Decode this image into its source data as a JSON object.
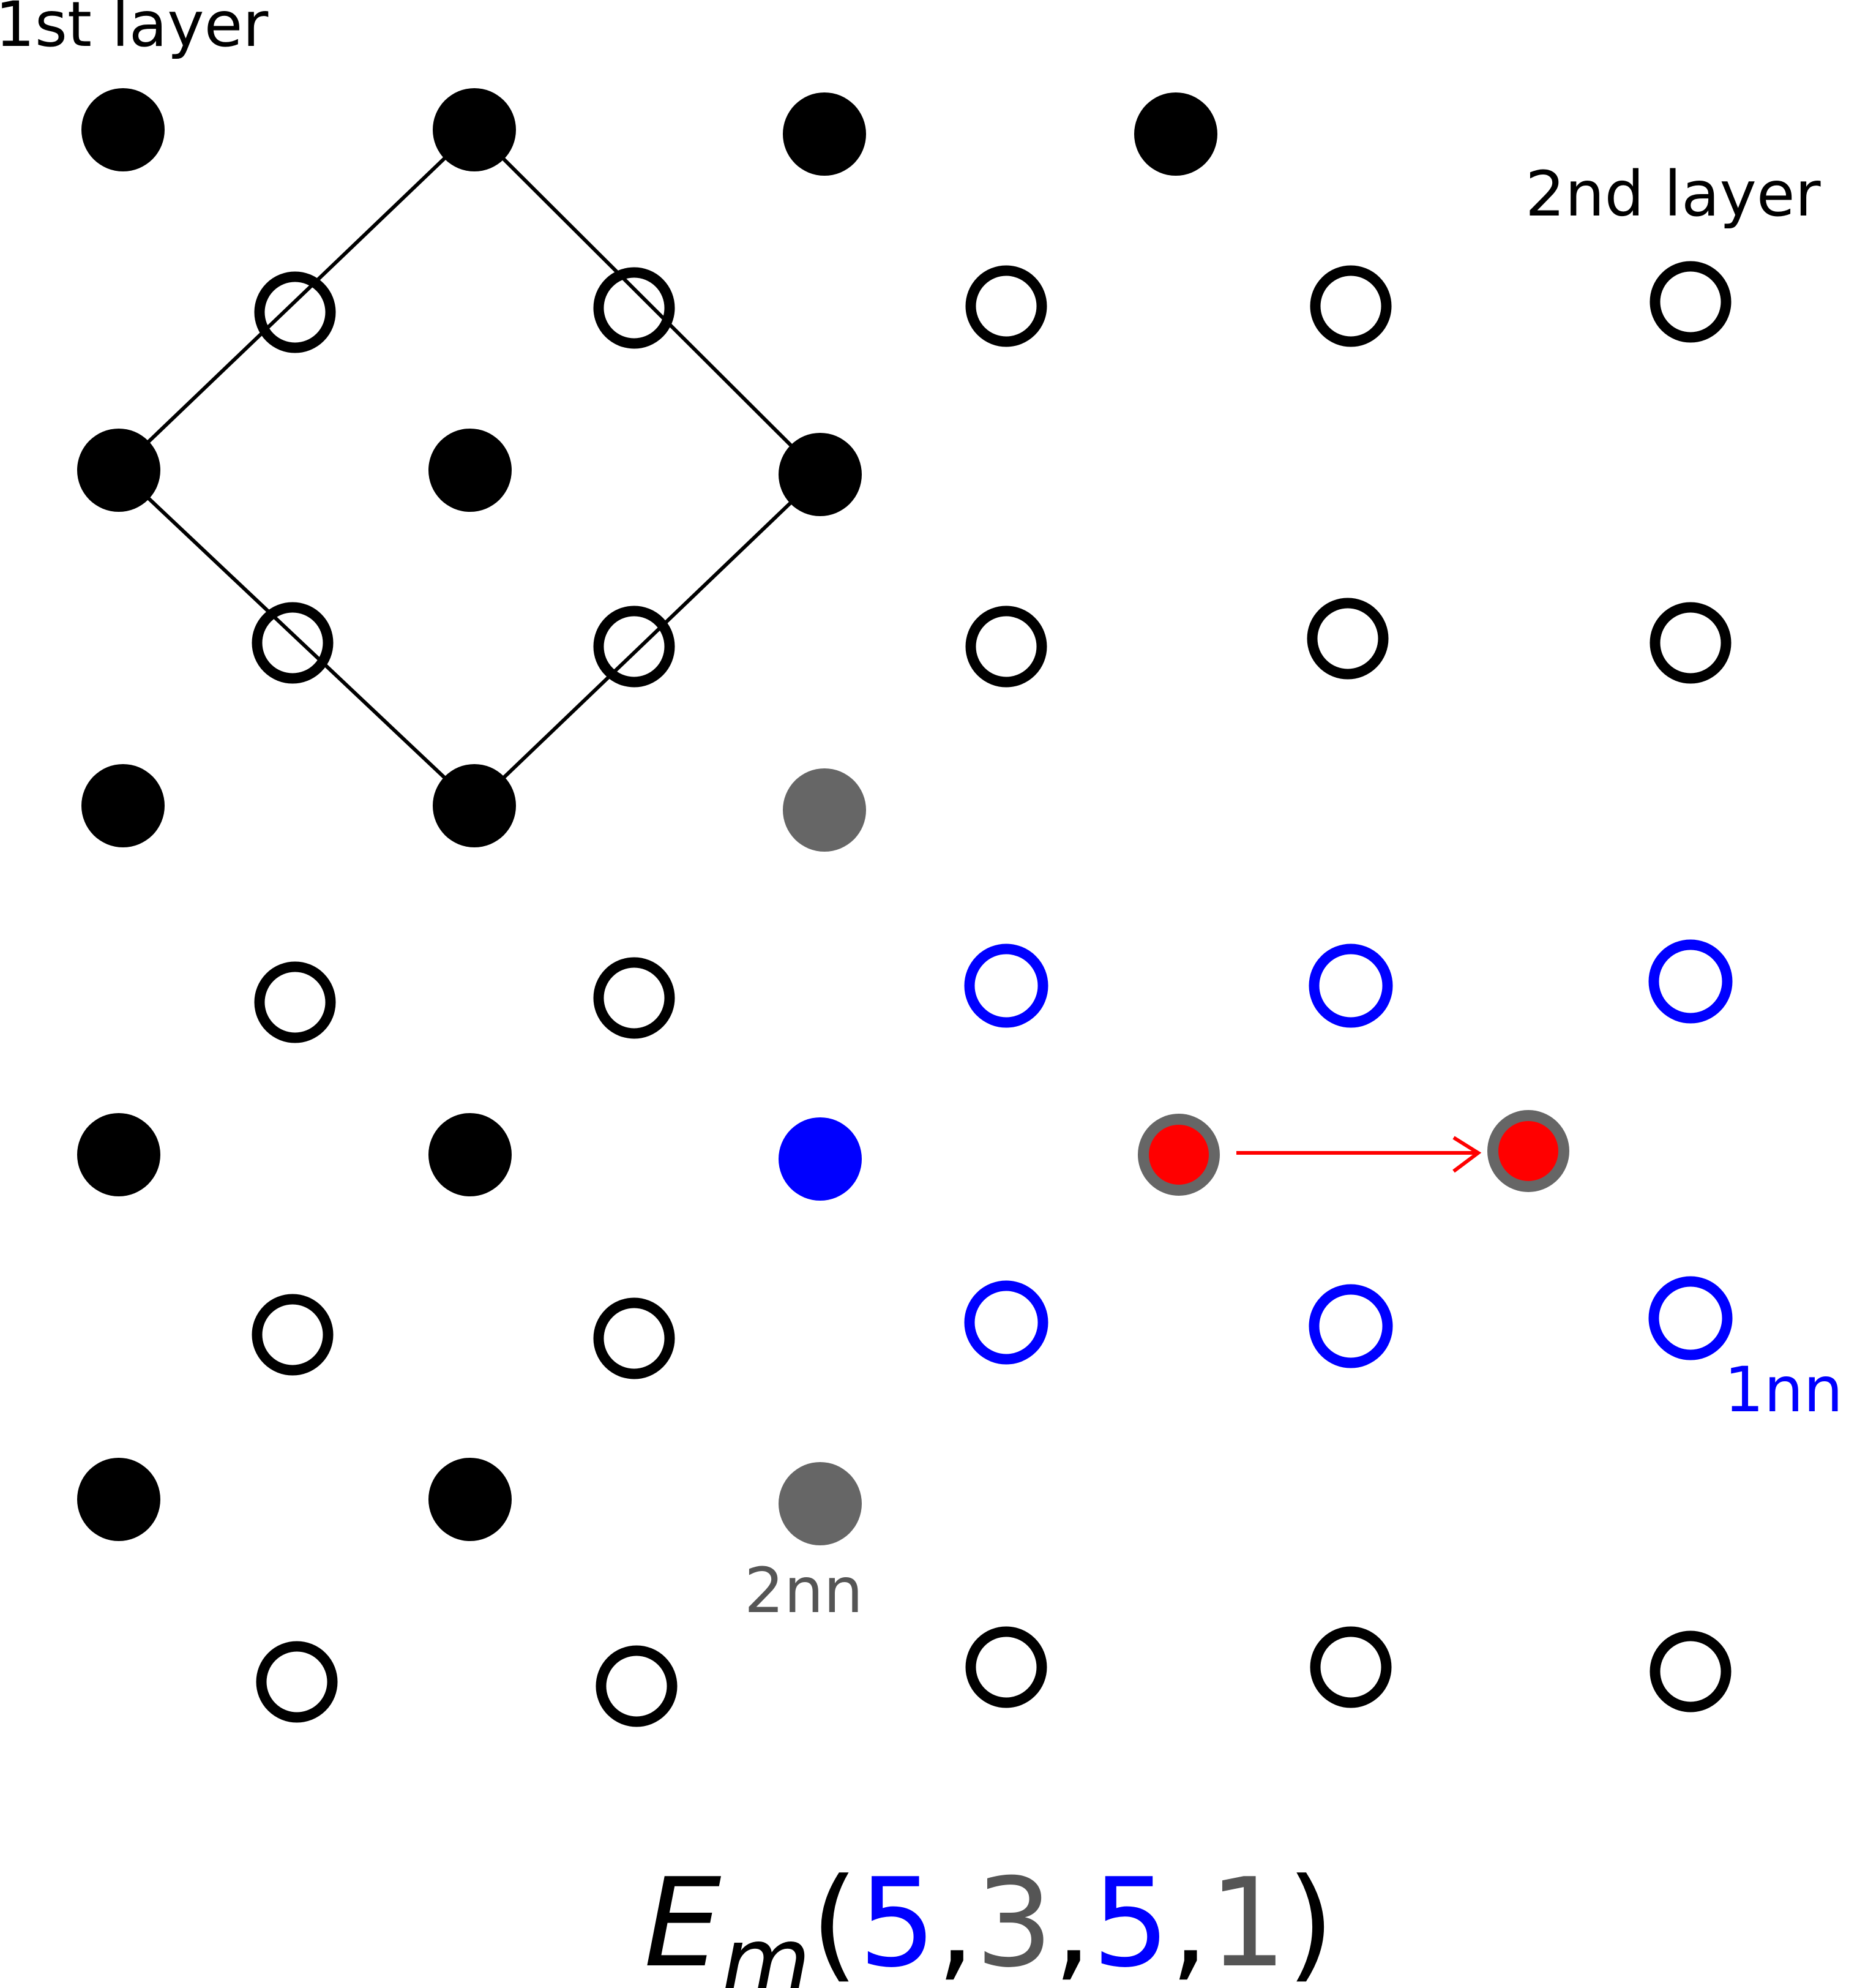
{
  "labels": {
    "first_layer": "1st layer",
    "second_layer": "2nd layer",
    "first_nn": "1nn",
    "second_nn": "2nn"
  },
  "formula": {
    "symbol": "E",
    "subscript": "m",
    "open_paren": "(",
    "arg1": "5",
    "comma1": ",",
    "arg2": "3",
    "comma2": ",",
    "arg3": "5",
    "comma3": ",",
    "arg4": "1",
    "close_paren": ")"
  },
  "colors": {
    "first_layer_atom": "#000000",
    "second_layer_site": "#000000",
    "first_nn": "#0000ff",
    "second_nn": "#666666",
    "moving_atom": "#ff0000",
    "moving_atom_ring": "#666666",
    "hop_arrow": "#ff0000",
    "formula_text": "#000000"
  }
}
